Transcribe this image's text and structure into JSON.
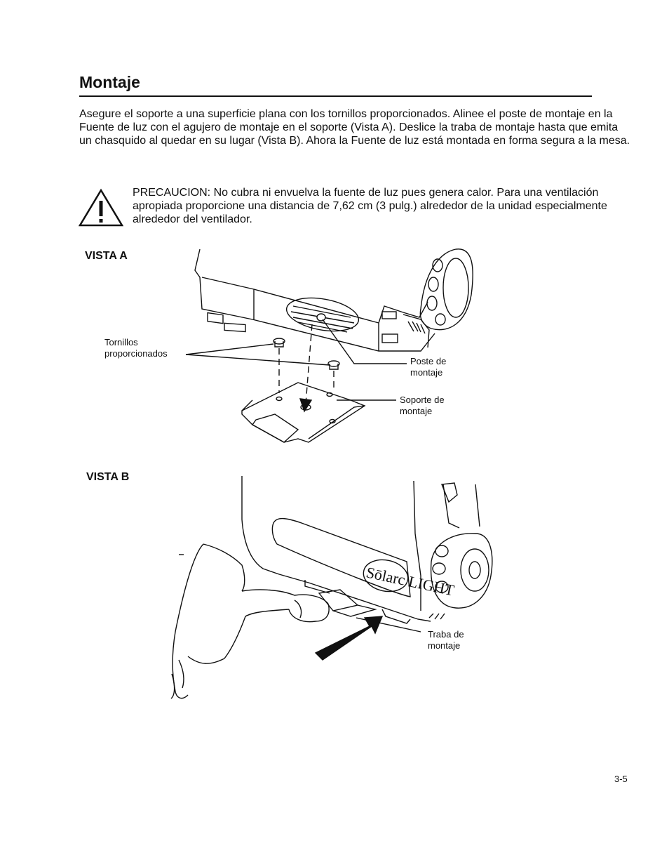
{
  "section": {
    "title": "Montaje",
    "intro": "Asegure el soporte a una superficie plana con los tornillos proporcionados. Alinee el poste de montaje en la Fuente de luz con el agujero de montaje en el soporte (Vista A). Deslice la traba de montaje hasta que emita un chasquido al quedar en su lugar (Vista B). Ahora la Fuente de luz está montada en forma segura a la mesa."
  },
  "caution": {
    "icon": "warning-triangle-icon",
    "text": "PRECAUCION: No cubra ni envuelva la fuente de luz pues genera calor. Para una ventilación apropiada proporcione una distancia de 7,62 cm (3 pulg.) alrededor de la unidad especialmente alrededor del ventilador."
  },
  "vista_a": {
    "label": "VISTA A",
    "callouts": {
      "screws": "Tornillos\nproporcionados",
      "post": "Poste de\nmontaje",
      "bracket": "Soporte de\nmontaje"
    }
  },
  "vista_b": {
    "label": "VISTA B",
    "callouts": {
      "latch": "Traba de\nmontaje"
    },
    "logo_text": "Sōlarc LIGHT"
  },
  "footer": {
    "page_number": "3-5"
  }
}
